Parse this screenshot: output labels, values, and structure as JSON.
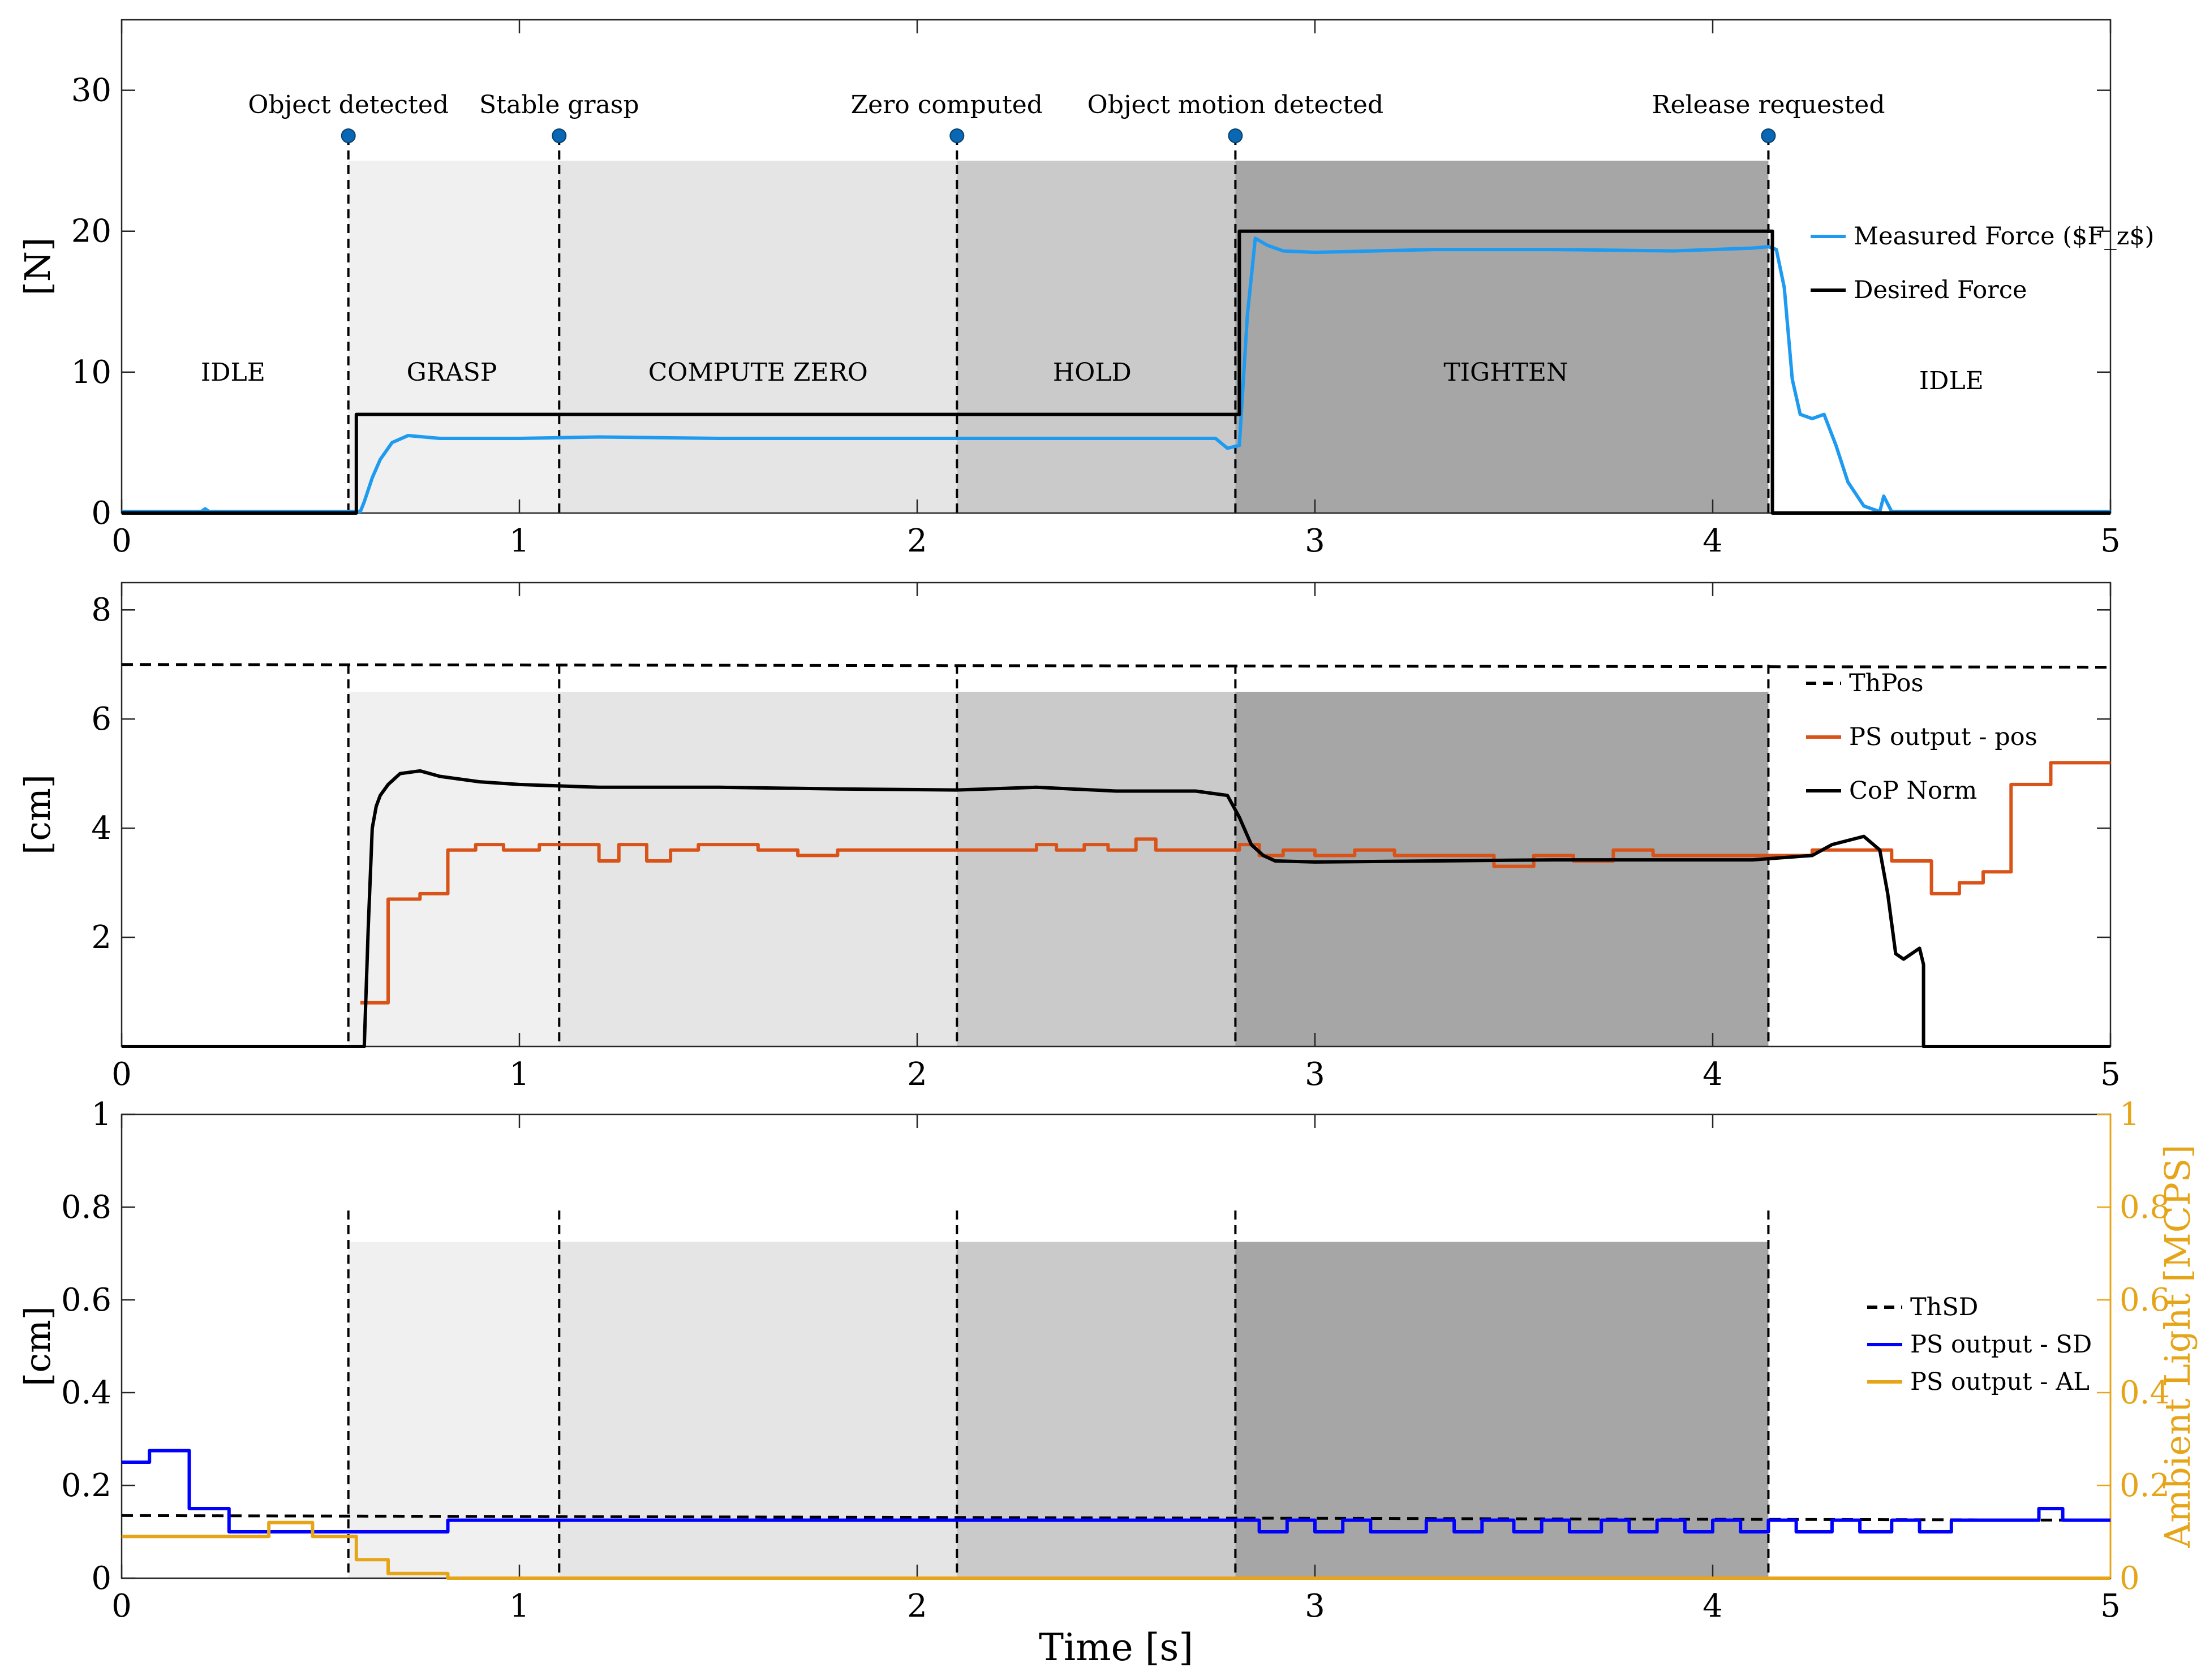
{
  "chart_data": [
    {
      "type": "line",
      "ylabel": "[N]",
      "xlim": [
        0,
        5
      ],
      "ylim": [
        0,
        35
      ],
      "xticks": [
        "0",
        "1",
        "2",
        "3",
        "4",
        "5"
      ],
      "yticks": [
        "0",
        "10",
        "20",
        "30"
      ],
      "events": [
        {
          "t": 0.57,
          "label": "Object detected"
        },
        {
          "t": 1.1,
          "label": "Stable grasp"
        },
        {
          "t": 2.1,
          "label": "Zero computed"
        },
        {
          "t": 2.8,
          "label": "Object motion detected"
        },
        {
          "t": 4.14,
          "label": "Release requested"
        }
      ],
      "states": [
        {
          "label": "IDLE",
          "x": 0.28,
          "y": 9.4
        },
        {
          "label": "GRASP",
          "x": 0.83,
          "y": 9.4
        },
        {
          "label": "COMPUTE ZERO",
          "x": 1.6,
          "y": 9.4
        },
        {
          "label": "HOLD",
          "x": 2.44,
          "y": 9.4
        },
        {
          "label": "TIGHTEN",
          "x": 3.48,
          "y": 9.4
        },
        {
          "label": "IDLE",
          "x": 4.6,
          "y": 8.8
        }
      ],
      "shading": [
        {
          "from": 0.57,
          "to": 1.1,
          "top": 25,
          "color": "#f0f0f0"
        },
        {
          "from": 1.1,
          "to": 2.1,
          "top": 25,
          "color": "#e5e5e5"
        },
        {
          "from": 2.1,
          "to": 2.8,
          "top": 25,
          "color": "#cacaca"
        },
        {
          "from": 2.8,
          "to": 4.14,
          "top": 25,
          "color": "#a6a6a6"
        }
      ],
      "series": [
        {
          "name": "Measured Force ($F_z$)",
          "color": "#1e9bf0",
          "style": "solid",
          "x": [
            0,
            0.2,
            0.21,
            0.22,
            0.56,
            0.6,
            0.61,
            0.63,
            0.65,
            0.68,
            0.72,
            0.8,
            1.0,
            1.2,
            1.5,
            1.8,
            2.1,
            2.4,
            2.6,
            2.75,
            2.78,
            2.81,
            2.83,
            2.85,
            2.88,
            2.92,
            3.0,
            3.3,
            3.6,
            3.9,
            4.1,
            4.14,
            4.16,
            4.18,
            4.2,
            4.22,
            4.25,
            4.28,
            4.31,
            4.34,
            4.38,
            4.42,
            4.43,
            4.45,
            4.5,
            5
          ],
          "y": [
            0.1,
            0.1,
            0.3,
            0.1,
            0.1,
            0.1,
            0.8,
            2.5,
            3.8,
            5.0,
            5.5,
            5.3,
            5.3,
            5.4,
            5.3,
            5.3,
            5.3,
            5.3,
            5.3,
            5.3,
            4.6,
            4.8,
            14.0,
            19.5,
            19.0,
            18.6,
            18.5,
            18.7,
            18.7,
            18.6,
            18.8,
            18.9,
            18.7,
            16.0,
            9.5,
            7.0,
            6.7,
            7.0,
            4.8,
            2.2,
            0.5,
            0.1,
            1.2,
            0.1,
            0.1,
            0.1
          ]
        },
        {
          "name": "Desired Force",
          "color": "#000000",
          "style": "solid",
          "x": [
            0,
            0.59,
            0.59,
            2.81,
            2.81,
            4.15,
            4.15,
            5
          ],
          "y": [
            0,
            0,
            7,
            7,
            20,
            20,
            0,
            0
          ]
        }
      ]
    },
    {
      "type": "line",
      "ylabel": "[cm]",
      "xlim": [
        0,
        5
      ],
      "ylim": [
        0,
        8.5
      ],
      "xticks": [
        "0",
        "1",
        "2",
        "3",
        "4",
        "5"
      ],
      "yticks": [
        "2",
        "4",
        "6",
        "8"
      ],
      "events": [
        {
          "t": 0.57
        },
        {
          "t": 1.1
        },
        {
          "t": 2.1
        },
        {
          "t": 2.8
        },
        {
          "t": 4.14
        }
      ],
      "shading": [
        {
          "from": 0.57,
          "to": 1.1,
          "top": 6.5,
          "color": "#f0f0f0"
        },
        {
          "from": 1.1,
          "to": 2.1,
          "top": 6.5,
          "color": "#e5e5e5"
        },
        {
          "from": 2.1,
          "to": 2.8,
          "top": 6.5,
          "color": "#cacaca"
        },
        {
          "from": 2.8,
          "to": 4.14,
          "top": 6.5,
          "color": "#a6a6a6"
        }
      ],
      "series": [
        {
          "name": "ThPos",
          "color": "#000000",
          "style": "dashed",
          "x": [
            0,
            5
          ],
          "y": [
            7.0,
            6.95
          ]
        },
        {
          "name": "PS output - pos",
          "color": "#d95319",
          "style": "step",
          "x": [
            0.6,
            0.67,
            0.75,
            0.82,
            0.89,
            0.96,
            1.05,
            1.2,
            1.25,
            1.32,
            1.38,
            1.45,
            1.52,
            1.6,
            1.7,
            1.8,
            1.9,
            2.0,
            2.1,
            2.2,
            2.3,
            2.35,
            2.42,
            2.48,
            2.55,
            2.6,
            2.65,
            2.72,
            2.81,
            2.86,
            2.92,
            3.0,
            3.1,
            3.2,
            3.3,
            3.45,
            3.55,
            3.65,
            3.75,
            3.85,
            3.95,
            4.05,
            4.15,
            4.25,
            4.35,
            4.45,
            4.55,
            4.62,
            4.68,
            4.75,
            4.85,
            4.95,
            5.0
          ],
          "y": [
            0.8,
            2.7,
            2.8,
            3.6,
            3.7,
            3.6,
            3.7,
            3.4,
            3.7,
            3.4,
            3.6,
            3.7,
            3.7,
            3.6,
            3.5,
            3.6,
            3.6,
            3.6,
            3.6,
            3.6,
            3.7,
            3.6,
            3.7,
            3.6,
            3.8,
            3.6,
            3.6,
            3.6,
            3.7,
            3.5,
            3.6,
            3.5,
            3.6,
            3.5,
            3.5,
            3.3,
            3.5,
            3.4,
            3.6,
            3.5,
            3.5,
            3.5,
            3.5,
            3.6,
            3.6,
            3.4,
            2.8,
            3.0,
            3.2,
            4.8,
            5.2,
            5.2,
            5.2
          ]
        },
        {
          "name": "CoP Norm",
          "color": "#000000",
          "style": "solid",
          "x": [
            0,
            0.61,
            0.62,
            0.63,
            0.64,
            0.65,
            0.67,
            0.7,
            0.75,
            0.8,
            0.9,
            1.0,
            1.2,
            1.5,
            1.8,
            2.1,
            2.3,
            2.5,
            2.7,
            2.78,
            2.81,
            2.84,
            2.87,
            2.9,
            3.0,
            3.3,
            3.6,
            3.9,
            4.1,
            4.25,
            4.3,
            4.38,
            4.42,
            4.44,
            4.46,
            4.48,
            4.5,
            4.52,
            4.53,
            4.53,
            5
          ],
          "y": [
            0,
            0,
            2.2,
            4.0,
            4.4,
            4.6,
            4.8,
            5.0,
            5.05,
            4.95,
            4.85,
            4.8,
            4.75,
            4.75,
            4.72,
            4.7,
            4.75,
            4.68,
            4.68,
            4.6,
            4.2,
            3.7,
            3.5,
            3.4,
            3.38,
            3.4,
            3.42,
            3.42,
            3.42,
            3.5,
            3.7,
            3.85,
            3.6,
            2.8,
            1.7,
            1.6,
            1.7,
            1.8,
            1.5,
            0,
            0
          ]
        }
      ]
    },
    {
      "type": "line",
      "xlabel": "Time [s]",
      "ylabel": "[cm]",
      "ylabel_right": "Ambient Light [MCPS]",
      "xlim": [
        0,
        5
      ],
      "ylim": [
        0,
        1
      ],
      "ylim_right": [
        0,
        1
      ],
      "xticks": [
        "0",
        "1",
        "2",
        "3",
        "4",
        "5"
      ],
      "yticks": [
        "0",
        "0.2",
        "0.4",
        "0.6",
        "0.8",
        "1"
      ],
      "yticks_right": [
        "0",
        "0.2",
        "0.4",
        "0.6",
        "0.8",
        "1"
      ],
      "right_axis_color": "#e6a519",
      "events": [
        {
          "t": 0.57
        },
        {
          "t": 1.1
        },
        {
          "t": 2.1
        },
        {
          "t": 2.8
        },
        {
          "t": 4.14
        }
      ],
      "shading": [
        {
          "from": 0.57,
          "to": 1.1,
          "top": 0.725,
          "color": "#f0f0f0"
        },
        {
          "from": 1.1,
          "to": 2.1,
          "top": 0.725,
          "color": "#e5e5e5"
        },
        {
          "from": 2.1,
          "to": 2.8,
          "top": 0.725,
          "color": "#cacaca"
        },
        {
          "from": 2.8,
          "to": 4.14,
          "top": 0.725,
          "color": "#a6a6a6"
        }
      ],
      "series": [
        {
          "name": "ThSD",
          "color": "#000000",
          "style": "dashed",
          "x": [
            0,
            5
          ],
          "y": [
            0.135,
            0.125
          ]
        },
        {
          "name": "PS output - SD",
          "color": "#0000ff",
          "style": "step",
          "x": [
            0,
            0.07,
            0.17,
            0.27,
            0.57,
            0.82,
            1.1,
            2.1,
            2.8,
            2.86,
            2.93,
            3.0,
            3.07,
            3.14,
            3.21,
            3.28,
            3.35,
            3.42,
            3.5,
            3.57,
            3.64,
            3.72,
            3.79,
            3.86,
            3.93,
            4.0,
            4.07,
            4.14,
            4.21,
            4.3,
            4.37,
            4.45,
            4.52,
            4.6,
            4.67,
            4.75,
            4.82,
            4.88,
            4.95,
            5.0
          ],
          "y": [
            0.25,
            0.275,
            0.15,
            0.1,
            0.1,
            0.125,
            0.125,
            0.125,
            0.125,
            0.1,
            0.125,
            0.1,
            0.125,
            0.1,
            0.1,
            0.125,
            0.1,
            0.125,
            0.1,
            0.125,
            0.1,
            0.125,
            0.1,
            0.125,
            0.1,
            0.125,
            0.1,
            0.125,
            0.1,
            0.125,
            0.1,
            0.125,
            0.1,
            0.125,
            0.125,
            0.125,
            0.15,
            0.125,
            0.125,
            0.125
          ]
        },
        {
          "name": "PS output - AL",
          "color": "#e6a519",
          "style": "step",
          "x": [
            0,
            0.37,
            0.48,
            0.59,
            0.67,
            0.82,
            5.0
          ],
          "y": [
            0.09,
            0.12,
            0.09,
            0.04,
            0.01,
            0.0,
            0.0
          ]
        }
      ]
    }
  ]
}
